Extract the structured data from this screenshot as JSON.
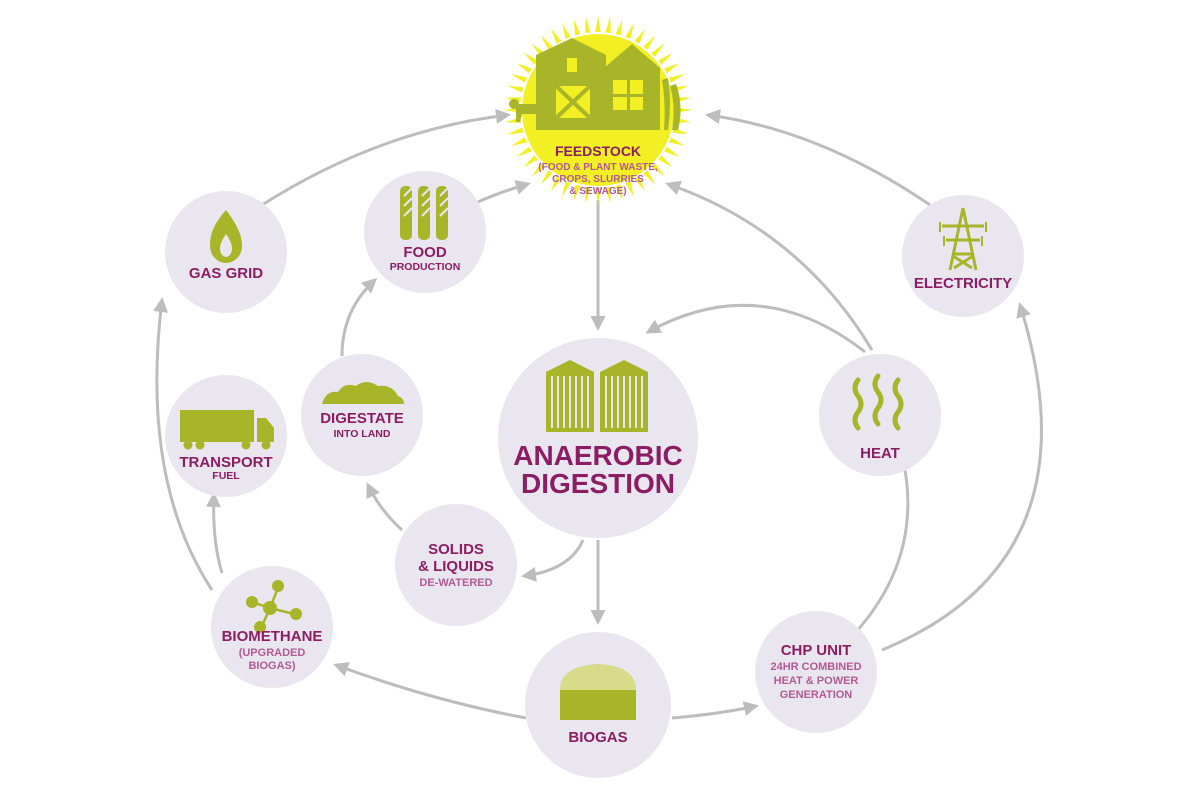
{
  "colors": {
    "node_fill": "#e9e6f0",
    "title": "#8c1d63",
    "subtitle": "#b25a93",
    "icon": "#a9b529",
    "sun": "#f2ef22",
    "arrow": "#bdbdbd"
  },
  "nodes": {
    "feedstock": {
      "title": "FEEDSTOCK",
      "sub": [
        "(FOOD & PLANT WASTE,",
        "CROPS, SLURRIES",
        "& SEWAGE)"
      ],
      "icon": "farm-barn-icon"
    },
    "food": {
      "title": "FOOD",
      "sub": "PRODUCTION",
      "icon": "wheat-icon"
    },
    "gas_grid": {
      "title": "GAS GRID",
      "icon": "flame-icon"
    },
    "electricity": {
      "title": "ELECTRICITY",
      "icon": "pylon-icon"
    },
    "digestate": {
      "title": "DIGESTATE",
      "sub": "INTO LAND",
      "icon": "soil-mound-icon"
    },
    "transport": {
      "title": "TRANSPORT",
      "sub": "FUEL",
      "icon": "truck-icon"
    },
    "ad": {
      "title": [
        "ANAEROBIC",
        "DIGESTION"
      ],
      "icon": "silo-tanks-icon"
    },
    "heat": {
      "title": "HEAT",
      "icon": "heat-waves-icon"
    },
    "solids": {
      "title": [
        "SOLIDS",
        "& LIQUIDS"
      ],
      "sub": "DE-WATERED"
    },
    "biomethane": {
      "title": "BIOMETHANE",
      "sub": [
        "(UPGRADED",
        "BIOGAS)"
      ],
      "icon": "molecule-icon"
    },
    "biogas": {
      "title": "BIOGAS",
      "icon": "gas-dome-icon"
    },
    "chp": {
      "title": "CHP UNIT",
      "sub": [
        "24HR COMBINED",
        "HEAT & POWER",
        "GENERATION"
      ]
    }
  }
}
